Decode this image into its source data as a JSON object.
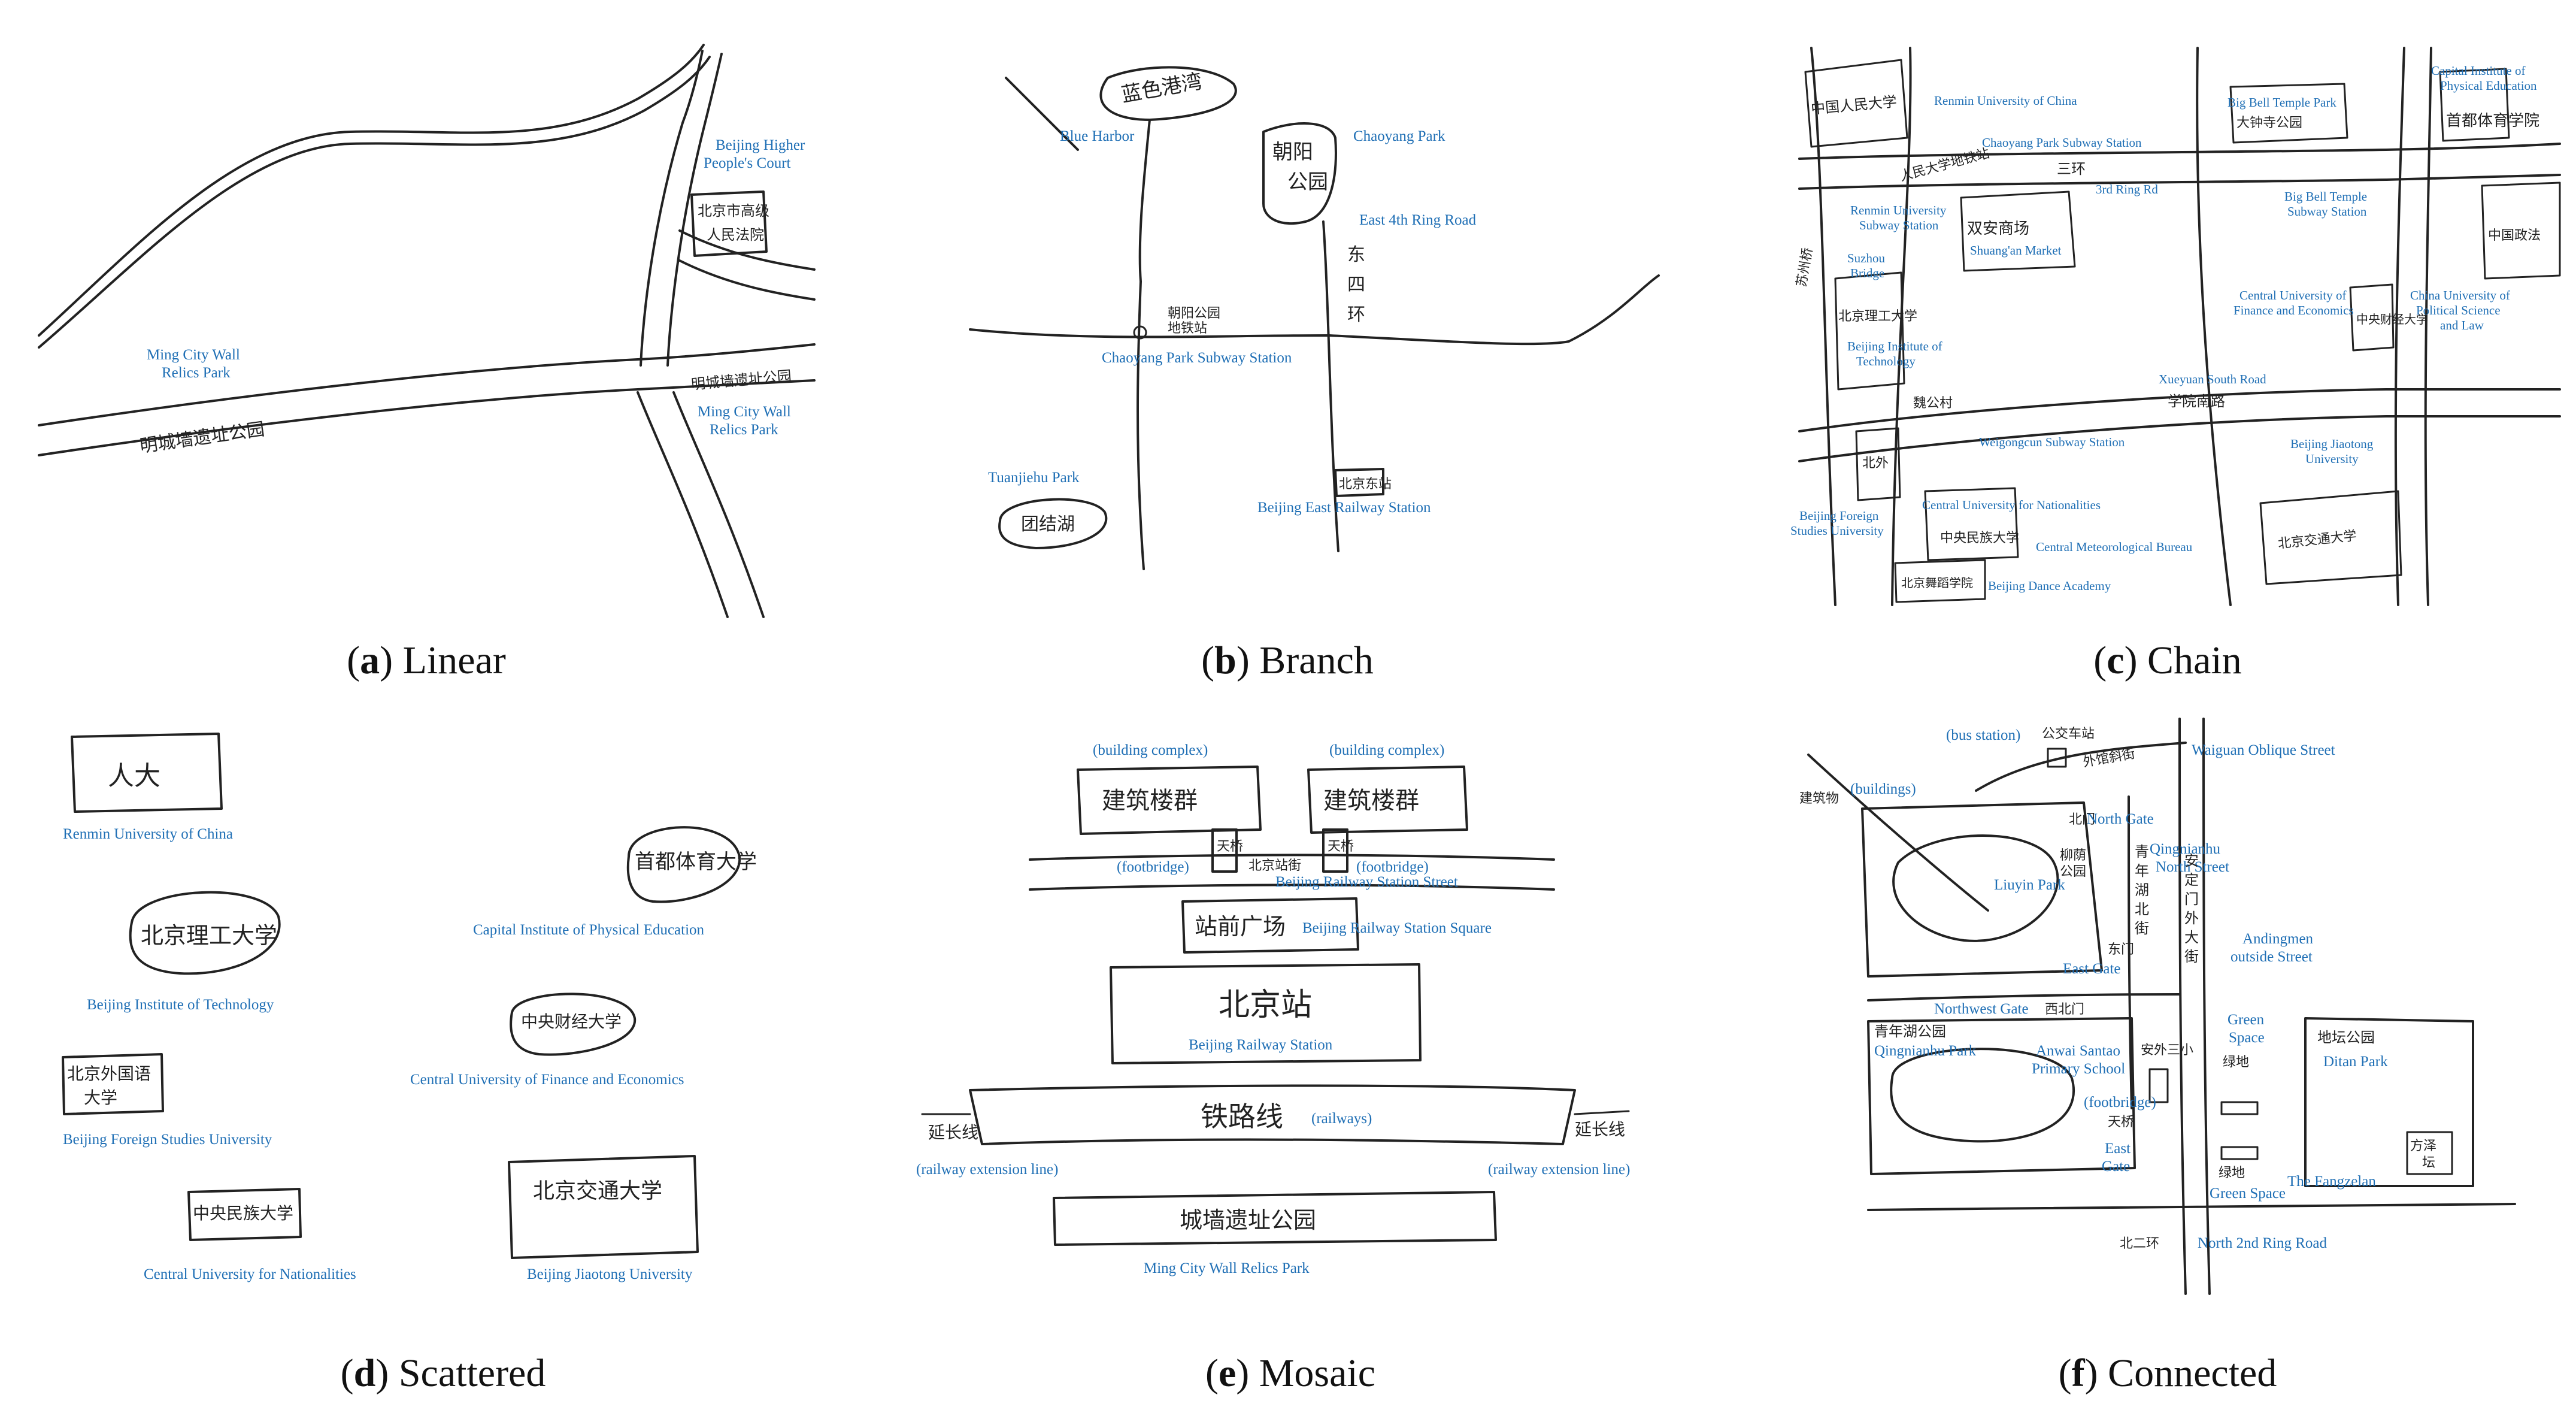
{
  "colors": {
    "label": "#1f6fb5",
    "ink": "#222222",
    "caption": "#111111"
  },
  "panels": {
    "a": {
      "letter": "a",
      "title": "Linear",
      "labels": {
        "higher_court": [
          "Beijing Higher",
          "People's Court"
        ],
        "ming_left": [
          "Ming City Wall",
          "Relics Park"
        ],
        "ming_right": [
          "Ming City Wall",
          "Relics Park"
        ]
      },
      "hw": {
        "court": [
          "北京市高级",
          "人民法院"
        ],
        "park_left": "明城墙遗址公园",
        "park_right": "明城墙遗址公园"
      }
    },
    "b": {
      "letter": "b",
      "title": "Branch",
      "labels": {
        "blue_harbor": "Blue Harbor",
        "chaoyang_park": "Chaoyang Park",
        "east_4th": "East 4th Ring Road",
        "subway": "Chaoyang Park Subway Station",
        "tuanjiehu": "Tuanjiehu Park",
        "east_rail": "Beijing East Railway Station"
      },
      "hw": {
        "blue_harbor": "蓝色港湾",
        "chaoyang_park": [
          "朝阳",
          "公园"
        ],
        "ring_road": [
          "东",
          "四",
          "环"
        ],
        "subway": [
          "朝阳公园",
          "地铁站"
        ],
        "east_rail": "北京东站",
        "tuanjiehu": "团结湖"
      }
    },
    "c": {
      "letter": "c",
      "title": "Chain",
      "labels": {
        "renmin": "Renmin University of China",
        "bell_park": "Big Bell Temple Park",
        "capital_pe": [
          "Capital Institute of",
          "Physical Education"
        ],
        "chaoyang_sub": "Chaoyang Park Subway Station",
        "ring3": "3rd Ring Rd",
        "renmin_sub": [
          "Renmin University",
          "Subway Station"
        ],
        "bell_sub": [
          "Big Bell Temple",
          "Subway Station"
        ],
        "shuangan": "Shuang'an Market",
        "suzhou": [
          "Suzhou",
          "Bridge"
        ],
        "cufe": [
          "Central University of",
          "Finance and Economics"
        ],
        "cupl": [
          "China University of",
          "Political Science",
          "and Law"
        ],
        "bit": [
          "Beijing Institute of",
          "Technology"
        ],
        "xueyuan": "Xueyuan South Road",
        "weigongcun": "Weigongcun Subway Station",
        "bjtu": [
          "Beijing Jiaotong",
          "University"
        ],
        "bfsu": [
          "Beijing Foreign",
          "Studies University"
        ],
        "cun": "Central University for Nationalities",
        "cmb": "Central Meteorological Bureau",
        "bda": "Beijing Dance Academy"
      },
      "hw": {
        "renmin": "中国人民大学",
        "bell_park": "大钟寺公园",
        "capital_pe": "首都体育学院",
        "ring3": "三环",
        "renmin_sub": "人民大学地铁站",
        "shuangan": "双安商场",
        "suzhou": "苏州桥",
        "cupl": "中国政法",
        "bit": "北京理工大学",
        "xueyuan": "学院南路",
        "weigongcun": "魏公村",
        "cufe": "中央财经大学",
        "bfsu": "北外",
        "cun": "中央民族大学",
        "bjtu": "北京交通大学",
        "bda": "北京舞蹈学院"
      }
    },
    "d": {
      "letter": "d",
      "title": "Scattered",
      "labels": {
        "renmin": "Renmin University of China",
        "capital_pe": "Capital Institute of Physical Education",
        "bit": "Beijing Institute of Technology",
        "cufe": "Central University of Finance and Economics",
        "bfsu": "Beijing Foreign Studies University",
        "cun": "Central University for Nationalities",
        "bjtu": "Beijing Jiaotong University"
      },
      "hw": {
        "renmin": "人大",
        "capital_pe": "首都体育大学",
        "bit": "北京理工大学",
        "cufe": "中央财经大学",
        "bfsu": [
          "北京外国语",
          "大学"
        ],
        "cun": "中央民族大学",
        "bjtu": "北京交通大学"
      }
    },
    "e": {
      "letter": "e",
      "title": "Mosaic",
      "labels": {
        "bc_left": "(building complex)",
        "bc_right": "(building complex)",
        "fb_left": "(footbridge)",
        "fb_right": "(footbridge)",
        "station_street": "Beijing Railway Station Street",
        "station_square": "Beijing Railway Station Square",
        "station": "Beijing Railway Station",
        "railways": "(railways)",
        "ext_left": "(railway extension line)",
        "ext_right": "(railway extension line)",
        "ming": "Ming City Wall Relics Park"
      },
      "hw": {
        "bc_left": "建筑楼群",
        "bc_right": "建筑楼群",
        "fb_left": "天桥",
        "fb_right": "天桥",
        "station_street": "北京站街",
        "square": "站前广场",
        "station": "北京站",
        "railways": "铁路线",
        "ext_left": "延长线",
        "ext_right": "延长线",
        "ming": "城墙遗址公园"
      }
    },
    "f": {
      "letter": "f",
      "title": "Connected",
      "labels": {
        "bus": "(bus station)",
        "waiguan": "Waiguan Oblique Street",
        "buildings": "(buildings)",
        "north_gate": "North Gate",
        "qingnianhu_ns": [
          "Qingnianhu",
          "North Street"
        ],
        "liuyin": "Liuyin Park",
        "andingmen": [
          "Andingmen",
          "outside Street"
        ],
        "east_gate": "East Gate",
        "northwest_gate": "Northwest Gate",
        "qingnianhu_park": "Qingnianhu Park",
        "anwai": [
          "Anwai Santao",
          "Primary School"
        ],
        "green_space": [
          "Green",
          "Space"
        ],
        "ditan": "Ditan Park",
        "footbridge": "(footbridge)",
        "east_gate2": [
          "East",
          "Gate"
        ],
        "fangzelan": "The Fangzelan",
        "green_space2": "Green Space",
        "ring2": "North 2nd Ring Road"
      },
      "hw": {
        "bus": "公交车站",
        "waiguan": "外馆斜街",
        "buildings": "建筑物",
        "north_gate": "北门",
        "liuyin": [
          "柳荫",
          "公园"
        ],
        "qingnianhu_ns": [
          "青",
          "年",
          "湖",
          "北",
          "街"
        ],
        "andingmen": [
          "安",
          "定",
          "门",
          "外",
          "大",
          "街"
        ],
        "east_gate": "东门",
        "northwest_gate": "西北门",
        "qingnianhu_park": "青年湖公园",
        "anwai": "安外三小",
        "green": "绿地",
        "ditan": "地坛公园",
        "footbridge": "天桥",
        "fangzelan": [
          "方泽",
          "坛"
        ],
        "green2": "绿地",
        "ring2": "北二环"
      }
    }
  }
}
